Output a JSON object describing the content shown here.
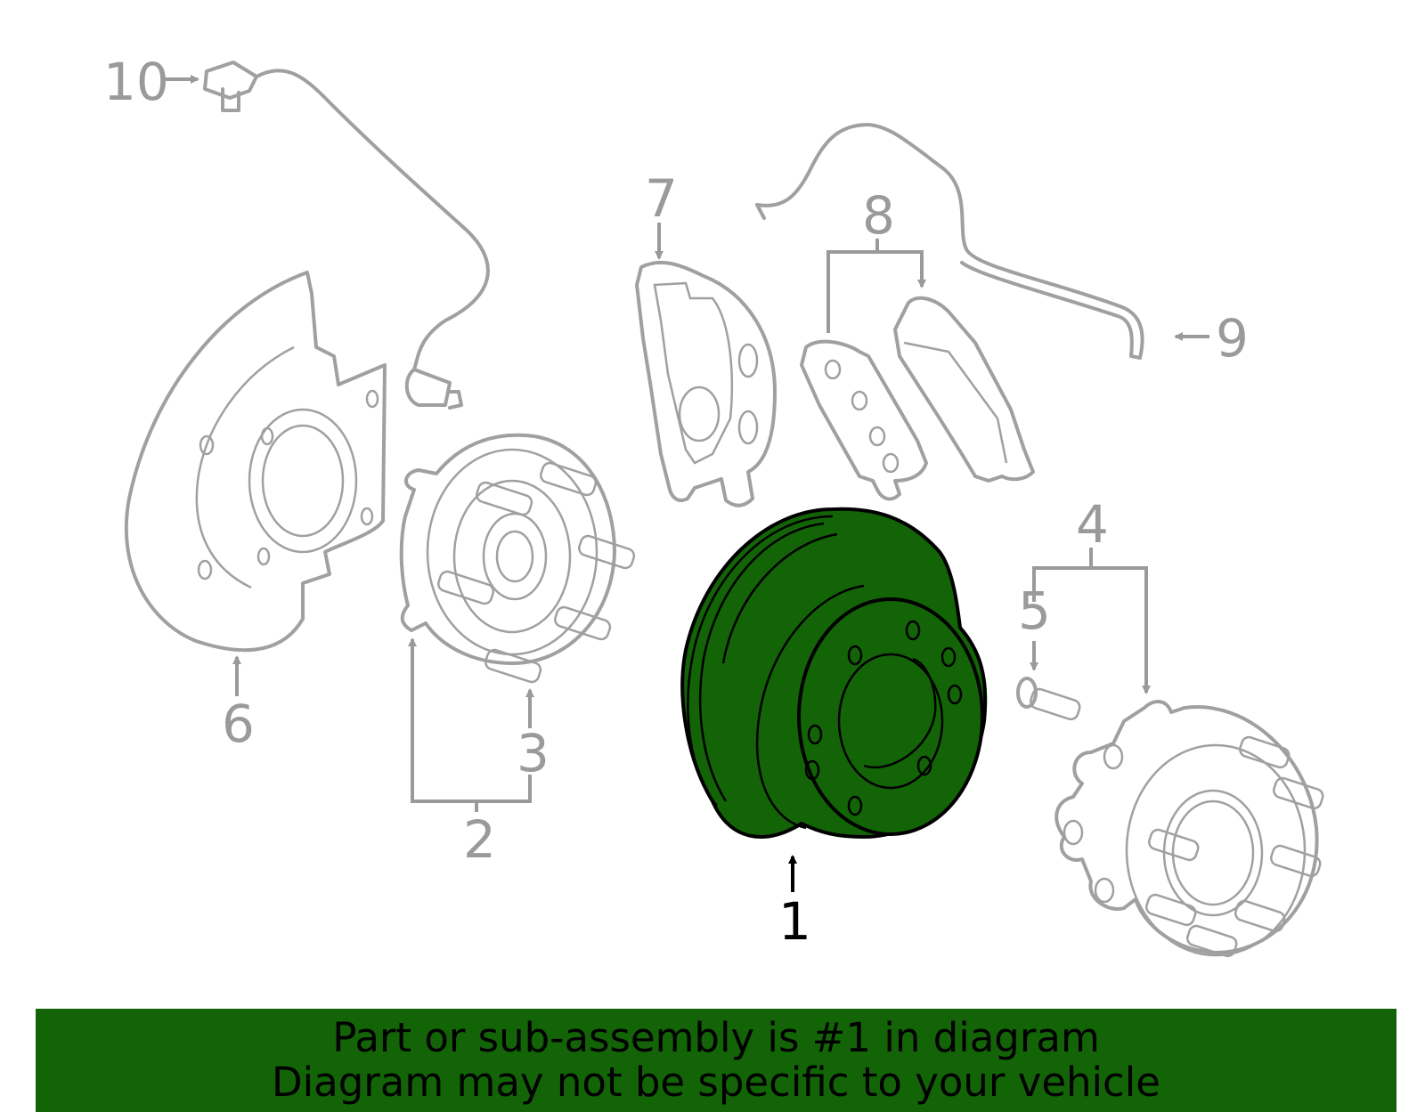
{
  "diagram": {
    "labels": {
      "1": "1",
      "2": "2",
      "3": "3",
      "4": "4",
      "5": "5",
      "6": "6",
      "7": "7",
      "8": "8",
      "9": "9",
      "10": "10"
    },
    "highlighted_part": "1",
    "colors": {
      "highlight": "#136307",
      "line_art": "#a0a0a0",
      "callout": "#9a9a9a"
    }
  },
  "banner": {
    "line1": "Part or sub-assembly is #1 in diagram",
    "line2": "Diagram may not be specific to your vehicle",
    "background": "#136307"
  }
}
